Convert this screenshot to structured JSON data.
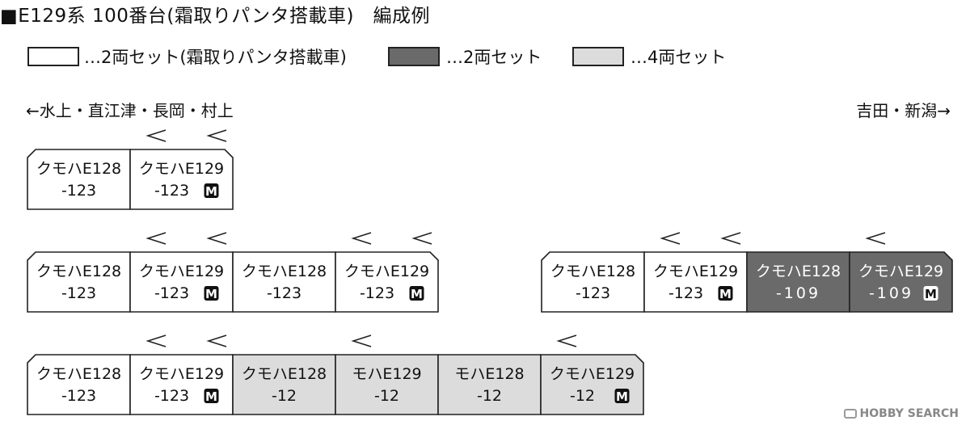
{
  "title": "■E129系 100番台(霜取りパンタ搭載車)　編成例",
  "legend": [
    {
      "label": "…2両セット(霜取りパンタ搭載車)",
      "fill": "#ffffff"
    },
    {
      "label": "…2両セット",
      "fill": "#6a6a6a"
    },
    {
      "label": "…4両セット",
      "fill": "#dcdcdc"
    }
  ],
  "directions": {
    "left": "←水上・直江津・長岡・村上",
    "right": "吉田・新潟→"
  },
  "colors": {
    "white_set": "#ffffff",
    "gray_set": "#6a6a6a",
    "light_set": "#dcdcdc",
    "stroke": "#222222"
  },
  "motor_mark": "M",
  "formations": [
    {
      "cars": [
        {
          "name": "クモハE128",
          "number": "-123",
          "set": "white",
          "motor": false,
          "pantographs": 0
        },
        {
          "name": "クモハE129",
          "number": "-123",
          "set": "white",
          "motor": true,
          "pantographs": 2
        }
      ]
    },
    {
      "cars": [
        {
          "name": "クモハE128",
          "number": "-123",
          "set": "white",
          "motor": false,
          "pantographs": 0
        },
        {
          "name": "クモハE129",
          "number": "-123",
          "set": "white",
          "motor": true,
          "pantographs": 2
        },
        {
          "name": "クモハE128",
          "number": "-123",
          "set": "white",
          "motor": false,
          "pantographs": 0
        },
        {
          "name": "クモハE129",
          "number": "-123",
          "set": "white",
          "motor": true,
          "pantographs": 2
        }
      ]
    },
    {
      "cars": [
        {
          "name": "クモハE128",
          "number": "-123",
          "set": "white",
          "motor": false,
          "pantographs": 0
        },
        {
          "name": "クモハE129",
          "number": "-123",
          "set": "white",
          "motor": true,
          "pantographs": 2
        },
        {
          "name": "クモハE128",
          "number": "-109",
          "set": "gray",
          "motor": false,
          "pantographs": 0
        },
        {
          "name": "クモハE129",
          "number": "-109",
          "set": "gray",
          "motor": true,
          "pantographs": 1
        }
      ]
    },
    {
      "cars": [
        {
          "name": "クモハE128",
          "number": "-123",
          "set": "white",
          "motor": false,
          "pantographs": 0
        },
        {
          "name": "クモハE129",
          "number": "-123",
          "set": "white",
          "motor": true,
          "pantographs": 2
        },
        {
          "name": "クモハE128",
          "number": "-12",
          "set": "light",
          "motor": false,
          "pantographs": 0
        },
        {
          "name": "モハE129",
          "number": "-12",
          "set": "light",
          "motor": false,
          "pantographs": 1
        },
        {
          "name": "モハE128",
          "number": "-12",
          "set": "light",
          "motor": false,
          "pantographs": 0
        },
        {
          "name": "クモハE129",
          "number": "-12",
          "set": "light",
          "motor": true,
          "pantographs": 1
        }
      ]
    }
  ],
  "credit": "HOBBY SEARCH"
}
